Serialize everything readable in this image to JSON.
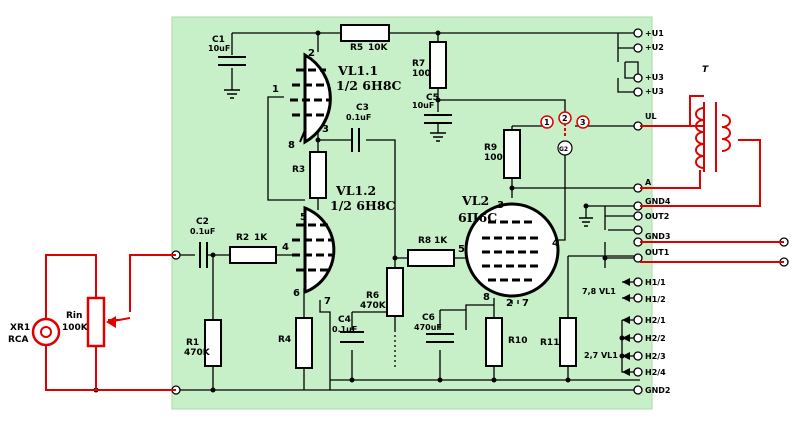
{
  "colors": {
    "board": "#c8f0c8",
    "wire": "#000000",
    "external": "#e00000"
  },
  "tubes": {
    "vl11": {
      "name": "VL1.1",
      "type": "1/2 6H8C"
    },
    "vl12": {
      "name": "VL1.2",
      "type": "1/2 6H8C"
    },
    "vl2": {
      "name": "VL2",
      "type": "6П6С"
    }
  },
  "components": {
    "c1": {
      "name": "C1",
      "value": "10uF"
    },
    "c2": {
      "name": "C2",
      "value": "0.1uF"
    },
    "c3": {
      "name": "C3",
      "value": "0.1uF"
    },
    "c4": {
      "name": "C4",
      "value": "0.1uF"
    },
    "c5": {
      "name": "C5",
      "value": "10uF"
    },
    "c6": {
      "name": "C6",
      "value": "470uF"
    },
    "r1": {
      "name": "R1",
      "value": "470K"
    },
    "r2": {
      "name": "R2",
      "value": "1K"
    },
    "r3": {
      "name": "R3"
    },
    "r4": {
      "name": "R4"
    },
    "r5": {
      "name": "R5",
      "value": "10K"
    },
    "r6": {
      "name": "R6",
      "value": "470K"
    },
    "r7": {
      "name": "R7",
      "value": "100"
    },
    "r8": {
      "name": "R8",
      "value": "1K"
    },
    "r9": {
      "name": "R9",
      "value": "100"
    },
    "r10": {
      "name": "R10"
    },
    "r11": {
      "name": "R11"
    },
    "rin": {
      "name": "Rin",
      "value": "100K"
    },
    "xr1": {
      "name": "XR1",
      "value": "RCA"
    },
    "transformer": {
      "name": "T"
    }
  },
  "pins": {
    "vl11": {
      "anode": "2",
      "grid": "1",
      "cathode": "3",
      "heater": "8"
    },
    "vl12": {
      "anode": "5",
      "grid": "4",
      "cathode": "6",
      "heater": "7"
    },
    "vl2": {
      "anode": "3",
      "g2": "4",
      "grid": "5",
      "cathode": "8",
      "h1": "2",
      "h2": "7"
    }
  },
  "jumper": {
    "p1": "1",
    "p2": "2",
    "p3": "3",
    "g2": "G2"
  },
  "terminals": [
    "+U1",
    "+U2",
    "+U3",
    "+U3",
    "UL",
    "A",
    "GND4",
    "OUT2",
    "GND3",
    "OUT1",
    "H1/1",
    "H1/2",
    "H2/1",
    "H2/2",
    "H2/3",
    "H2/4",
    "GND2"
  ],
  "heater_notes": {
    "vl1": "7,8 VL1",
    "vl2": "2,7 VL1"
  }
}
